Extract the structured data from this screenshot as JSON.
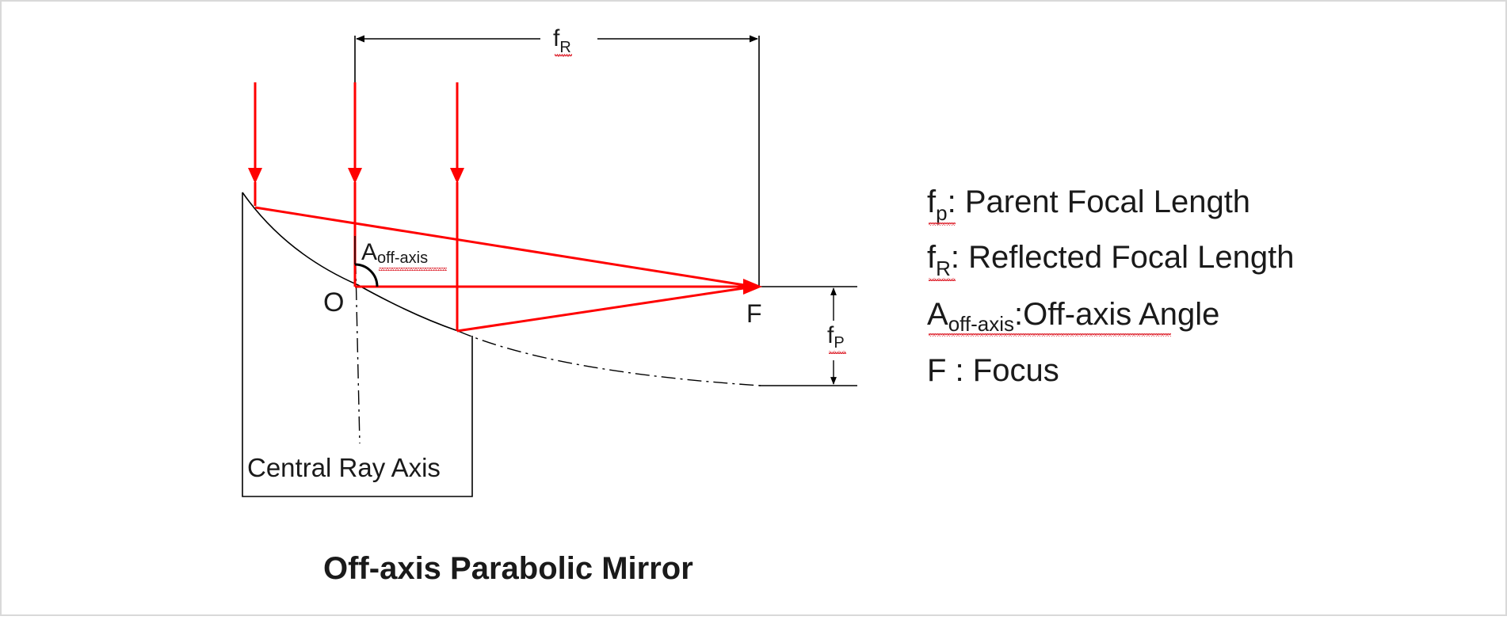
{
  "diagram": {
    "title": "Off-axis Parabolic Mirror",
    "labels": {
      "f_r_main": "f",
      "f_r_sub": "R",
      "angle_main": "A",
      "angle_sub": "off-axis",
      "origin": "O",
      "focus": "F",
      "f_p_main": "f",
      "f_p_sub": "P",
      "central_axis": "Central Ray Axis"
    },
    "colors": {
      "rays": "#ff0000",
      "lines": "#000000",
      "spellcheck_squiggle": "#e0303a"
    }
  },
  "legend": [
    {
      "sym_main": "f",
      "sym_sub": "p",
      "desc": ": Parent Focal Length"
    },
    {
      "sym_main": "f",
      "sym_sub": "R",
      "desc": ": Reflected Focal Length"
    },
    {
      "sym_main": "A",
      "sym_sub": "off-axis",
      "desc": ":Off-axis Angle"
    },
    {
      "sym_main": "F",
      "sym_sub": "",
      "desc": " : Focus"
    }
  ]
}
